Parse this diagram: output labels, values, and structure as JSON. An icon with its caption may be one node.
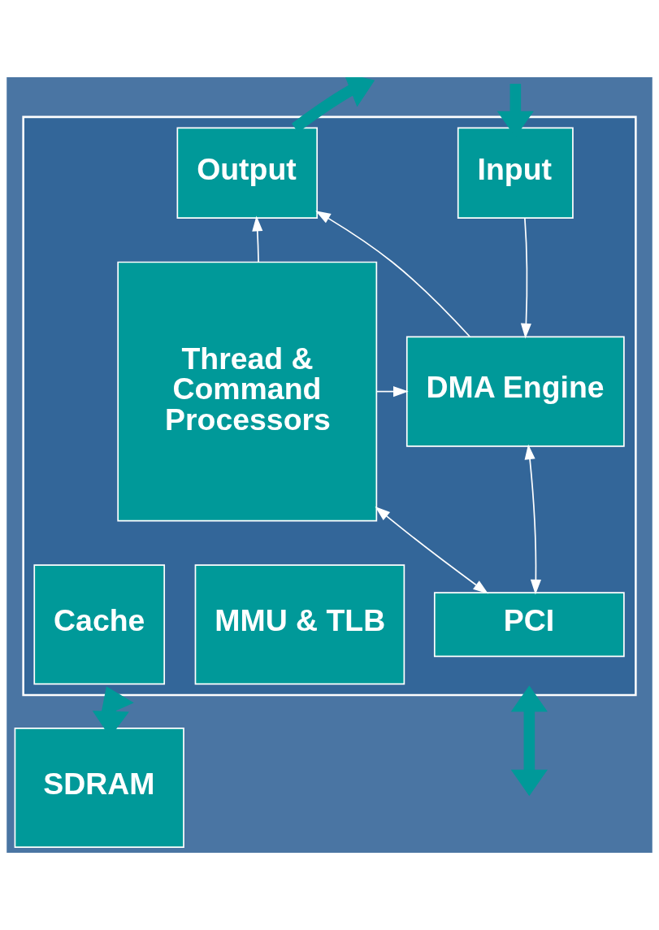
{
  "diagram": {
    "nodes": [
      {
        "text": [],
        "shape": "box"
      },
      {
        "text": [
          "Thread & Command Processors"
        ],
        "in": 0
      },
      {
        "text": [
          "Output"
        ],
        "in": 0
      },
      {
        "text": [
          "Input"
        ],
        "in": 0
      },
      {
        "text": [
          "DMA Engine"
        ],
        "in": 0
      },
      {
        "text": [
          "Cache"
        ],
        "in": 0
      },
      {
        "text": [
          "MMU & TLB"
        ],
        "in": 0
      },
      {
        "text": [
          "PCI"
        ],
        "in": 0
      },
      {
        "text": [
          "SDRAM"
        ]
      }
    ],
    "edges": [
      {
        "from": 2,
        "to": null,
        "arrow": "to",
        "style": "thick",
        "color": "#009999"
      },
      {
        "from": null,
        "to": 3,
        "arrow": "to",
        "style": "thick",
        "color": "#009999"
      },
      {
        "from": 1,
        "to": 2,
        "arrow": "to"
      },
      {
        "from": 4,
        "to": 2,
        "arrow": "to"
      },
      {
        "from": 3,
        "to": 4,
        "arrow": "to"
      },
      {
        "from": 1,
        "to": 4,
        "arrow": "to"
      },
      {
        "from": 4,
        "to": 7,
        "arrow": "both"
      },
      {
        "from": 1,
        "to": 7,
        "arrow": "both"
      },
      {
        "from": 0,
        "to": 8,
        "arrow": "both",
        "style": "thick",
        "color": "#009999"
      },
      {
        "from": 0,
        "to": null,
        "arrow": "both",
        "style": "thick",
        "color": "#009999"
      }
    ]
  }
}
